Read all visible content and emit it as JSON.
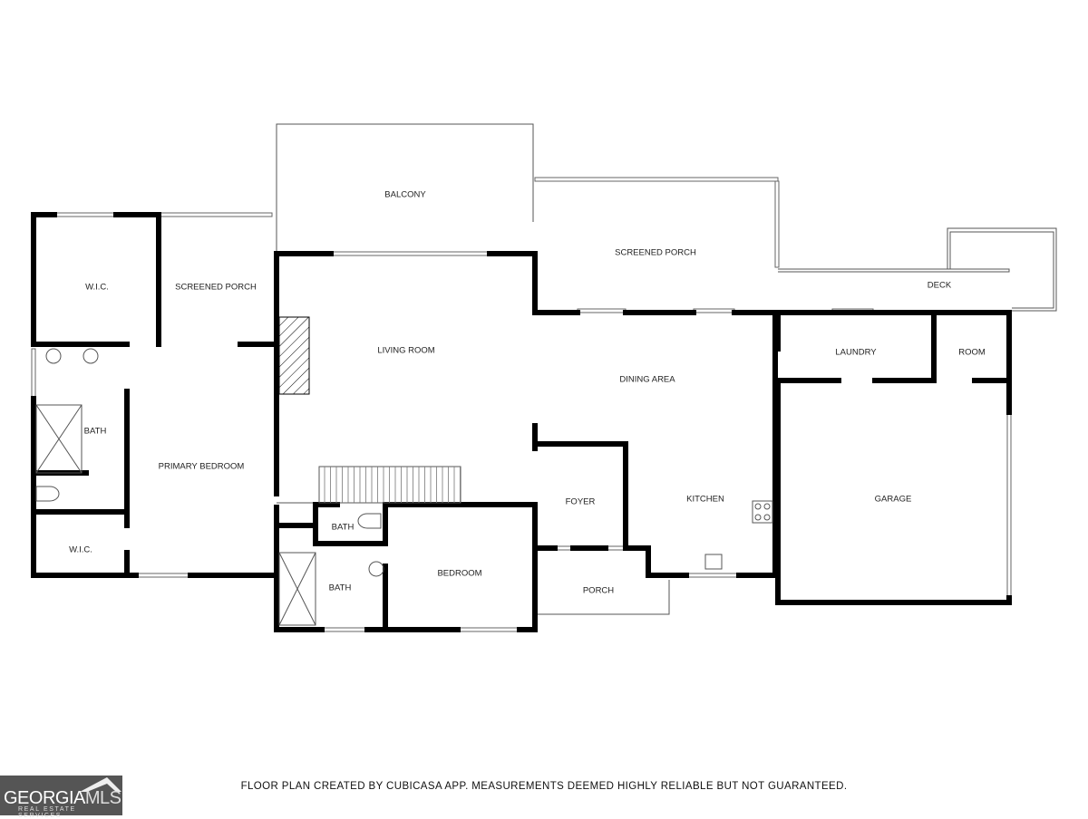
{
  "rooms": {
    "balcony": "BALCONY",
    "wic_top": "W.I.C.",
    "screened_porch_left": "SCREENED PORCH",
    "screened_porch_right": "SCREENED PORCH",
    "deck": "DECK",
    "living_room": "LIVING ROOM",
    "dining_area": "DINING AREA",
    "laundry": "LAUNDRY",
    "room": "ROOM",
    "bath_primary": "BATH",
    "primary_bedroom": "PRIMARY BEDROOM",
    "wic_bottom": "W.I.C.",
    "bath_small": "BATH",
    "bath_lower": "BATH",
    "bedroom": "BEDROOM",
    "foyer": "FOYER",
    "kitchen": "KITCHEN",
    "porch": "PORCH",
    "garage": "GARAGE"
  },
  "caption": "FLOOR PLAN CREATED BY CUBICASA APP. MEASUREMENTS DEEMED HIGHLY RELIABLE BUT NOT GUARANTEED.",
  "logo": {
    "text_a": "GEORGIA",
    "text_b": "MLS",
    "sub": "REAL ESTATE SERVICES"
  }
}
